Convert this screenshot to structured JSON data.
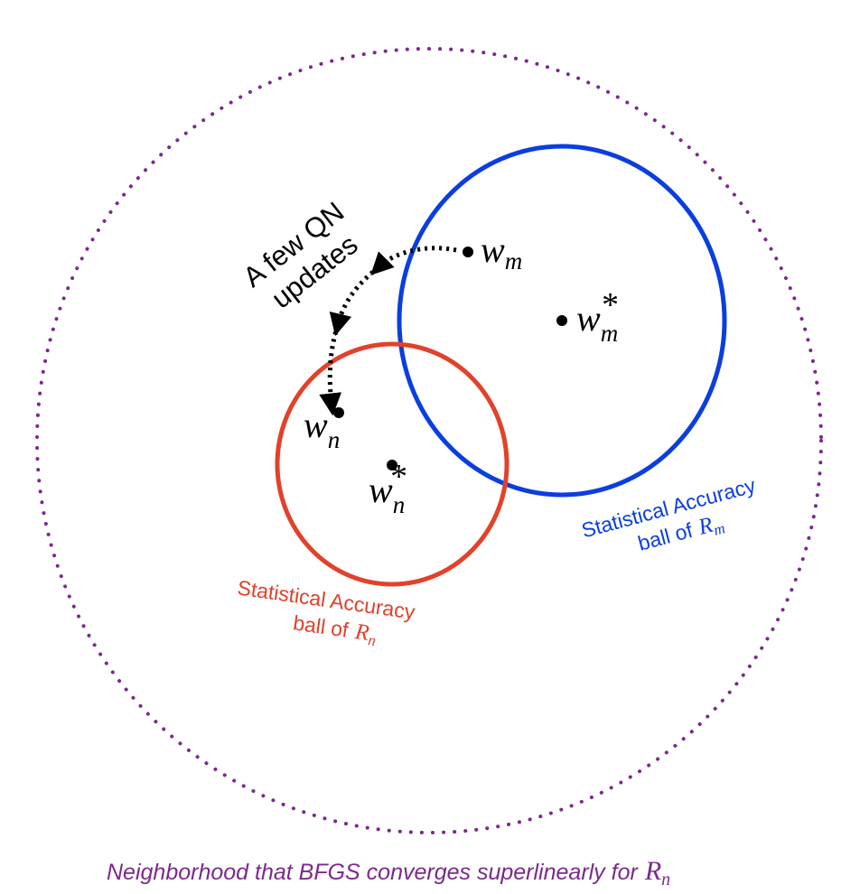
{
  "colors": {
    "outer": "#7b2a8a",
    "blue": "#0a3ee0",
    "red": "#e2412a",
    "ink": "#000000"
  },
  "labels": {
    "update_line1": "A few QN",
    "update_line2": "updates",
    "wm_base": "w",
    "wm_sub": "m",
    "wm_star_base": "w",
    "wm_star_sub": "m",
    "wm_star_sup": "*",
    "wn_base": "w",
    "wn_sub": "n",
    "wn_star_base": "w",
    "wn_star_sub": "n",
    "wn_star_sup": "*",
    "blue_ball_line1": "Statistical Accuracy",
    "blue_ball_line2": "ball of",
    "blue_ball_R": "R",
    "blue_ball_sub": "m",
    "red_ball_line1": "Statistical Accuracy",
    "red_ball_line2": "ball of",
    "red_ball_R": "R",
    "red_ball_sub": "n",
    "caption": "Neighborhood that BFGS converges superlinearly for",
    "caption_R": "R",
    "caption_sub": "n"
  }
}
